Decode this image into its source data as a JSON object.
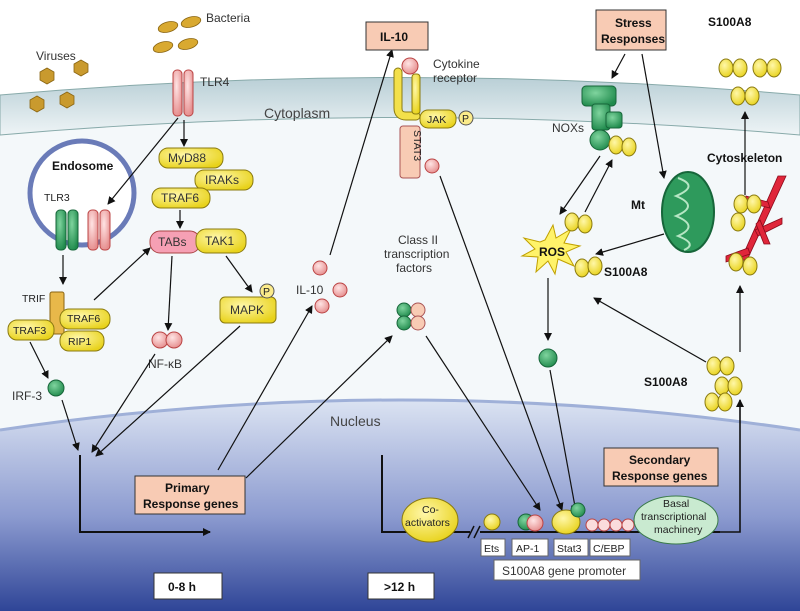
{
  "labels": {
    "viruses": "Viruses",
    "bacteria": "Bacteria",
    "tlr4": "TLR4",
    "cytoplasm": "Cytoplasm",
    "endosome": "Endosome",
    "tlr3": "TLR3",
    "myd88": "MyD88",
    "iraks": "IRAKs",
    "traf6_top": "TRAF6",
    "tabs": "TABs",
    "tak1": "TAK1",
    "trif": "TRIF",
    "traf6_left": "TRAF6",
    "traf3": "TRAF3",
    "rip1": "RIP1",
    "nfkb": "NF-κB",
    "mapk": "MAPK",
    "p": "P",
    "irf3": "IRF-3",
    "il10_box": "IL-10",
    "il10_mid": "IL-10",
    "cytokine_receptor_1": "Cytokine",
    "cytokine_receptor_2": "receptor",
    "jak": "JAK",
    "stat3_vert": "STAT3",
    "class2_1": "Class II",
    "class2_2": "transcription",
    "class2_3": "factors",
    "stress_1": "Stress",
    "stress_2": "Responses",
    "noxs": "NOXs",
    "s100a8_top": "S100A8",
    "cytoskeleton": "Cytoskeleton",
    "mt": "Mt",
    "ros": "ROS",
    "s100a8_mid": "S100A8",
    "s100a8_low": "S100A8",
    "nucleus": "Nucleus",
    "primary_1": "Primary",
    "primary_2": "Response genes",
    "secondary_1": "Secondary",
    "secondary_2": "Response genes",
    "coactivators_1": "Co-",
    "coactivators_2": "activators",
    "ets": "Ets",
    "ap1": "AP-1",
    "stat3": "Stat3",
    "cebp": "C/EBP",
    "basal_1": "Basal",
    "basal_2": "transcriptional",
    "basal_3": "machinery",
    "promoter": "S100A8 gene promoter",
    "time_early": "0-8 h",
    "time_late": ">12 h"
  },
  "colors": {
    "nucleus_top": "#d7dfef",
    "nucleus_bottom": "#3b4f9e",
    "membrane": "#c8d8de",
    "yellow": "#fbeb8a",
    "salmon": "#f8cbb4",
    "green": "#2e9a5c",
    "pink": "#f2a8a8",
    "virus": "#c99a2e"
  }
}
